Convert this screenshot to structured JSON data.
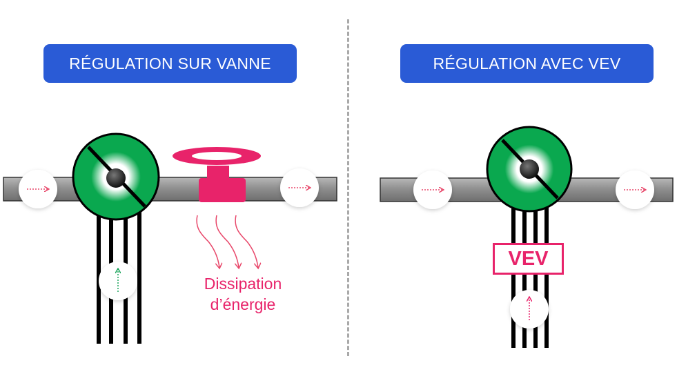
{
  "left_panel": {
    "title": "RÉGULATION SUR VANNE",
    "energy_label_line1": "Dissipation",
    "energy_label_line2": "d’énergie"
  },
  "right_panel": {
    "title": "RÉGULATION AVEC VEV",
    "vev_label": "VEV"
  },
  "colors": {
    "title_bg": "#2a5bd6",
    "pump_green": "#0aa84f",
    "valve_pink": "#e8236a",
    "pipe_gray": "#8f8f8f",
    "flow_arrow": "#e8476a",
    "up_arrow_green": "#1aa35a",
    "up_arrow_pink": "#e8236a"
  },
  "icons": [
    "pump-icon",
    "valve-icon",
    "arrow-right-icon",
    "arrow-up-icon",
    "heat-wave-icon"
  ]
}
